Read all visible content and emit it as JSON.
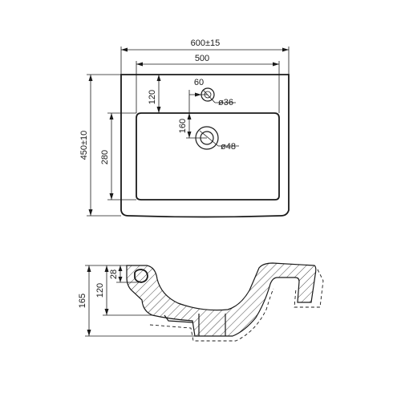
{
  "dimensions": {
    "top_width": "600±15",
    "inner_width": "500",
    "tap_offset_x": "60",
    "tap_offset_y": "120",
    "tap_hole": "ø36",
    "drain_offset_y": "160",
    "drain_hole": "ø48",
    "overall_depth": "450±10",
    "bowl_depth": "280",
    "side_height_total": "165",
    "side_height_rim": "120",
    "side_height_lip": "28"
  }
}
